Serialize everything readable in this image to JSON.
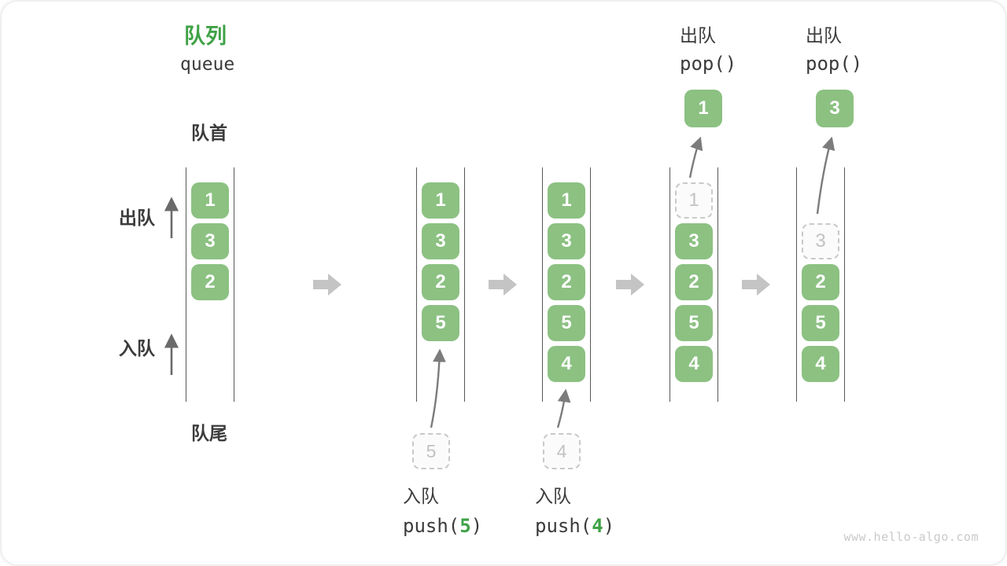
{
  "header": {
    "title": "队列",
    "subtitle": "queue"
  },
  "labels": {
    "front": "队首",
    "rear": "队尾",
    "dequeue_direction": "出队",
    "enqueue_direction": "入队"
  },
  "operations": {
    "push1": {
      "label_cn": "入队",
      "code_prefix": "push(",
      "value": "5",
      "code_suffix": ")"
    },
    "push2": {
      "label_cn": "入队",
      "code_prefix": "push(",
      "value": "4",
      "code_suffix": ")"
    },
    "pop1": {
      "label_cn": "出队",
      "code": "pop()",
      "value": "1"
    },
    "pop2": {
      "label_cn": "出队",
      "code": "pop()",
      "value": "3"
    }
  },
  "queue_states": [
    {
      "cells": [
        "1",
        "3",
        "2"
      ],
      "dashed_index": -1,
      "start_row": 0
    },
    {
      "cells": [
        "1",
        "3",
        "2",
        "5"
      ],
      "dashed_index": -1,
      "start_row": 0
    },
    {
      "cells": [
        "1",
        "3",
        "2",
        "5",
        "4"
      ],
      "dashed_index": -1,
      "start_row": 0
    },
    {
      "cells": [
        "1",
        "3",
        "2",
        "5",
        "4"
      ],
      "dashed_index": 0,
      "start_row": 0
    },
    {
      "cells": [
        "3",
        "2",
        "5",
        "4"
      ],
      "dashed_index": 0,
      "start_row": 1
    }
  ],
  "colors": {
    "box_green": "#8CC182",
    "accent_green": "#3FA246",
    "text_dark": "#3B3B3B",
    "arrow_gray": "#C4C4C4",
    "op_arrow_gray": "#7C7C7C",
    "dir_arrow_gray": "#6A6A6A",
    "wall_gray": "#585858",
    "dashed_gray": "#C9C9C9",
    "dashed_text": "#C2C2C2",
    "watermark_gray": "#C9C9C9"
  },
  "watermark": "www.hello-algo.com"
}
